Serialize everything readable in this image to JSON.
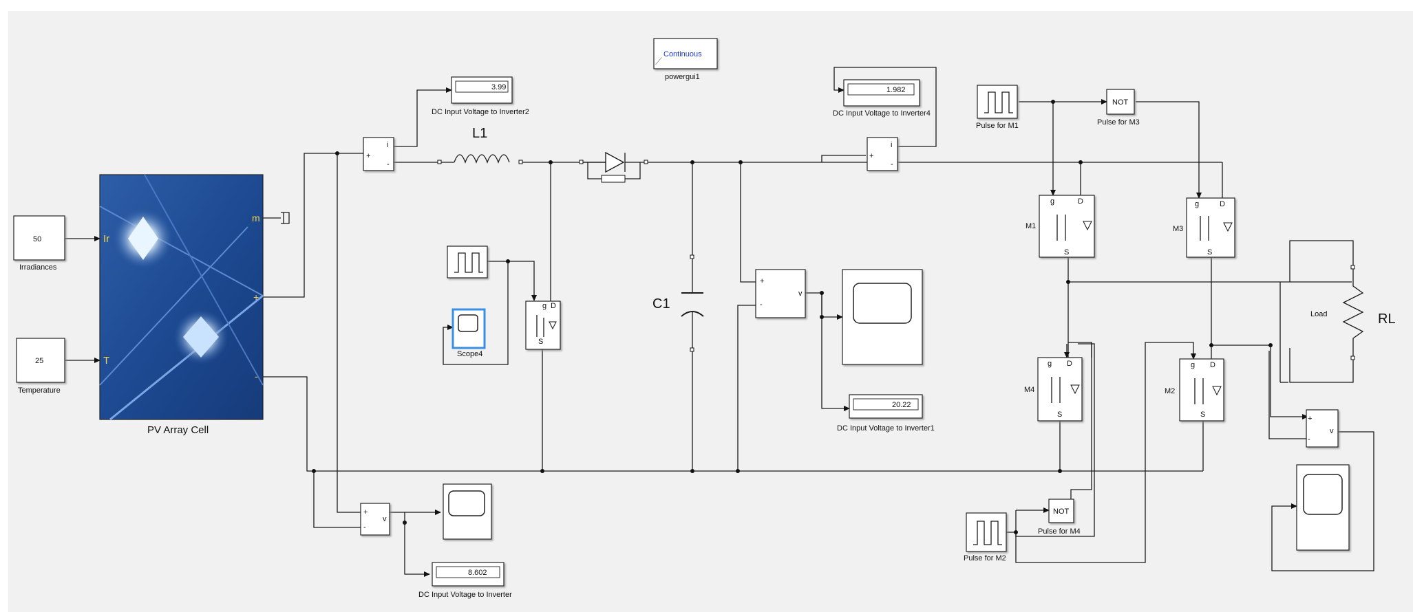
{
  "powergui": {
    "mode": "Continuous",
    "name": "powergui1"
  },
  "pv_array": {
    "name": "PV Array Cell",
    "ports": {
      "ir": "Ir",
      "t": "T",
      "m": "m",
      "plus": "+",
      "minus": "-"
    }
  },
  "constants": {
    "irradiance": {
      "value": "50",
      "name": "Irradiances"
    },
    "temperature": {
      "value": "25",
      "name": "Temperature"
    }
  },
  "components": {
    "inductor": "L1",
    "capacitor": "C1",
    "load_label": "Load",
    "load": "RL"
  },
  "displays": {
    "inv2": {
      "value": "3.99",
      "name": "DC Input Voltage to Inverter2"
    },
    "inv4": {
      "value": "1.982",
      "name": "DC Input Voltage to Inverter4"
    },
    "inv1": {
      "value": "20.22",
      "name": "DC Input Voltage to Inverter1"
    },
    "inv": {
      "value": "8.602",
      "name": "DC Input Voltage to Inverter"
    }
  },
  "scope4": {
    "name": "Scope4"
  },
  "pulses": {
    "m1": "Pulse for M1",
    "m3": "Pulse for M3",
    "m4": "Pulse for M4",
    "m2": "Pulse for M2",
    "not": "NOT"
  },
  "mosfets": {
    "m1": "M1",
    "m2": "M2",
    "m3": "M3",
    "m4": "M4",
    "g": "g",
    "d": "D",
    "s": "S"
  },
  "meters": {
    "i": "i",
    "v": "v",
    "plus": "+",
    "minus": "-"
  }
}
